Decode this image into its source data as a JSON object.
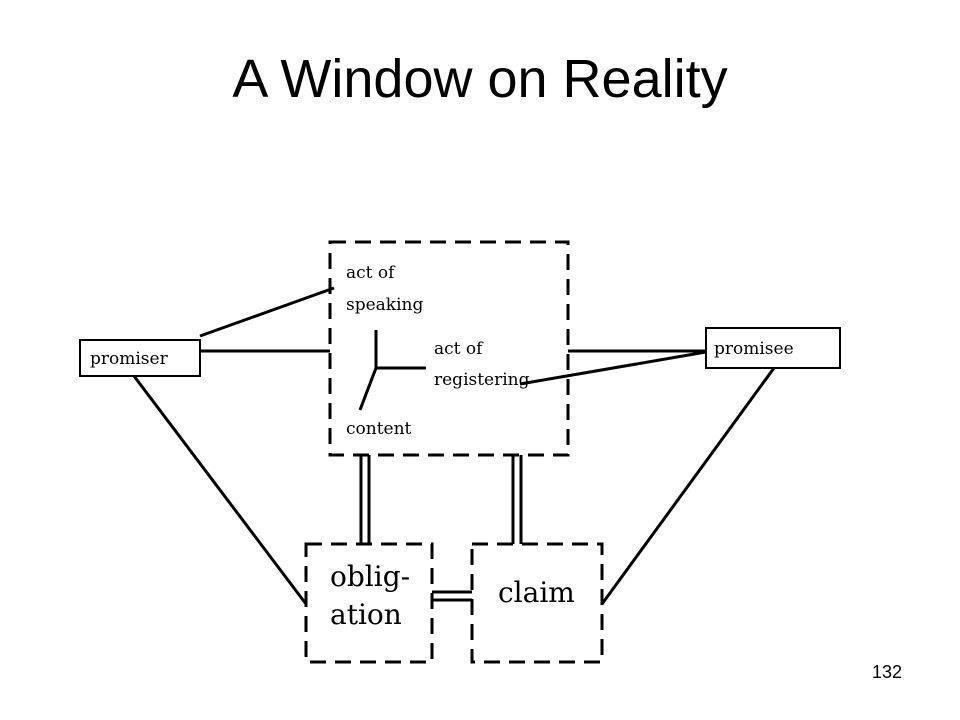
{
  "slide": {
    "title": "A Window on Reality",
    "page_number": "132"
  },
  "diagram": {
    "nodes": {
      "act_of_speaking": [
        "act of",
        "speaking"
      ],
      "act_of_registering": [
        "act of",
        "registering"
      ],
      "content": "content",
      "promiser": "promiser",
      "promisee": "promisee",
      "obligation": [
        "oblig-",
        "ation"
      ],
      "claim": "claim"
    }
  }
}
